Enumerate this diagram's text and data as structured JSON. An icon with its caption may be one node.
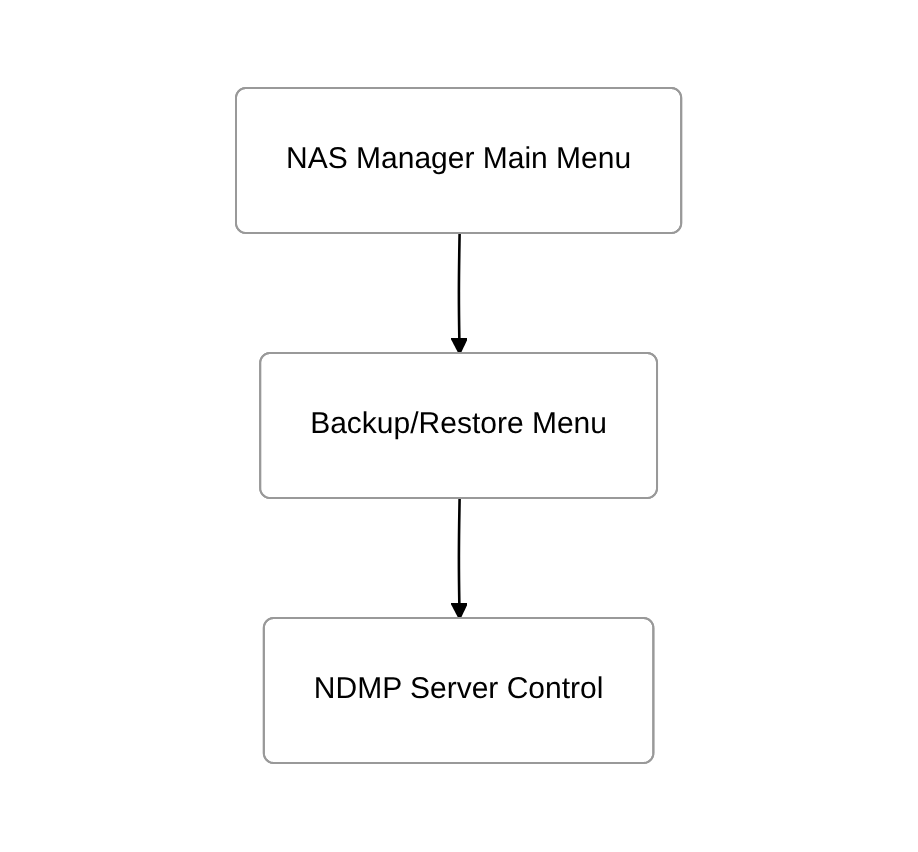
{
  "diagram": {
    "nodes": [
      {
        "text": [
          "NAS Manager Main Menu"
        ]
      },
      {
        "text": [
          "Backup/Restore Menu"
        ]
      },
      {
        "text": [
          "NDMP Server Control"
        ]
      }
    ],
    "edges": [
      {
        "from": 0,
        "to": 1,
        "arrow": "to"
      },
      {
        "from": 1,
        "to": 2,
        "arrow": "to"
      }
    ]
  }
}
